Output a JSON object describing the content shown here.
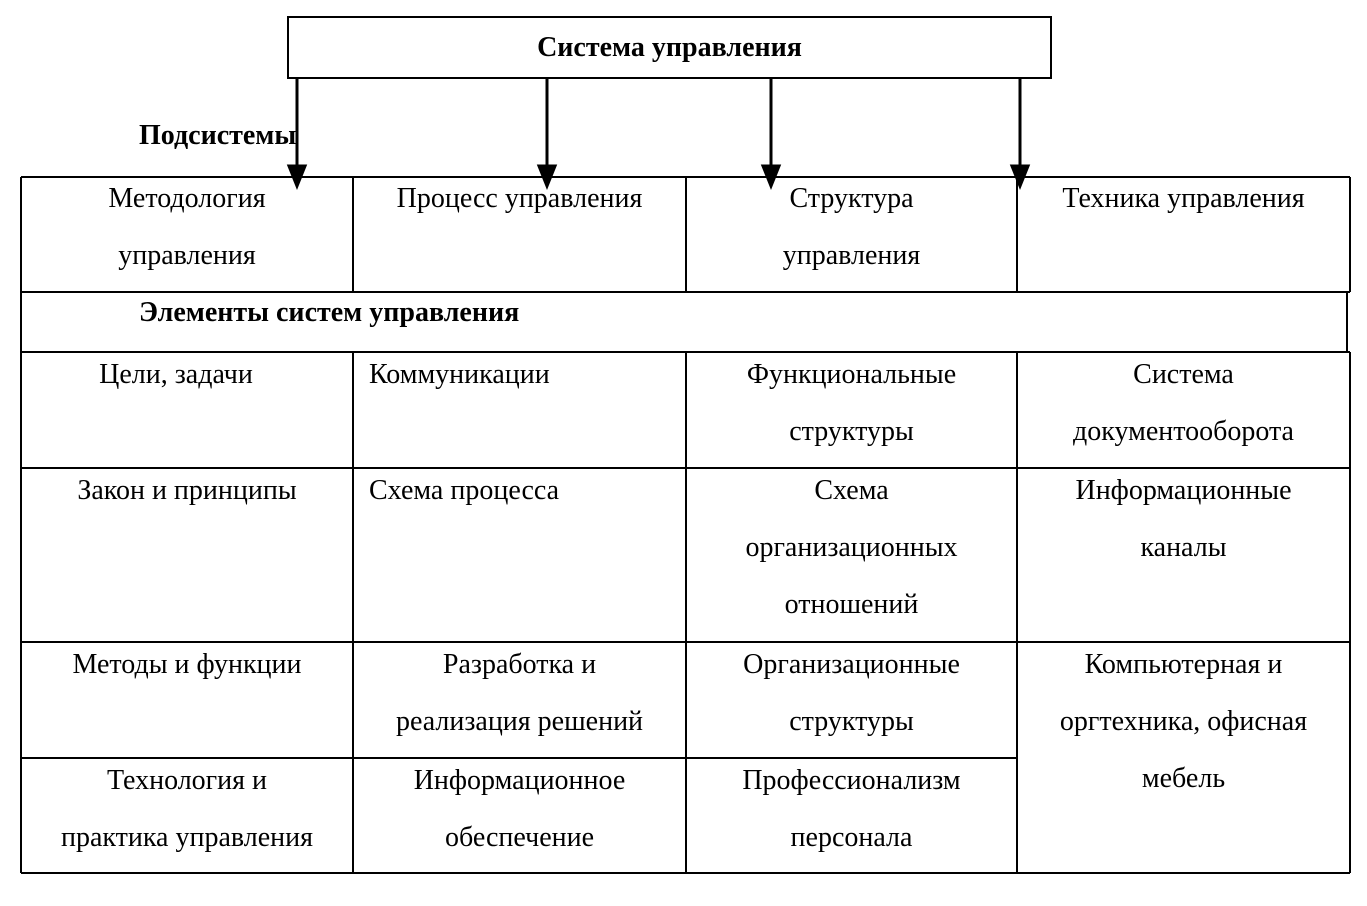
{
  "header": {
    "title": "Система управления"
  },
  "subsystems_label": "Подсистемы",
  "subsystems": [
    {
      "lines": [
        "Методология",
        "управления"
      ]
    },
    {
      "lines": [
        "Процесс управления"
      ]
    },
    {
      "lines": [
        "Структура",
        "управления"
      ]
    },
    {
      "lines": [
        "Техника управления"
      ]
    }
  ],
  "elements_label": "Элементы систем управления",
  "rows": [
    [
      {
        "lines": [
          "Цели, задачи"
        ]
      },
      {
        "lines": [
          "Коммуникации"
        ]
      },
      {
        "lines": [
          "Функциональные",
          "структуры"
        ]
      },
      {
        "lines": [
          "Система",
          "документооборота"
        ]
      }
    ],
    [
      {
        "lines": [
          "Закон и принципы"
        ]
      },
      {
        "lines": [
          "Схема процесса"
        ]
      },
      {
        "lines": [
          "Схема",
          "организационных",
          "отношений"
        ]
      },
      {
        "lines": [
          "Информационные",
          "каналы"
        ]
      }
    ],
    [
      {
        "lines": [
          "Методы и функции"
        ]
      },
      {
        "lines": [
          "Разработка и",
          "реализация решений"
        ]
      },
      {
        "lines": [
          "Организационные",
          "структуры"
        ]
      },
      {
        "lines": [
          "Компьютерная и",
          "оргтехника, офисная",
          "мебель"
        ]
      }
    ],
    [
      {
        "lines": [
          "Технология и",
          "практика управления"
        ]
      },
      {
        "lines": [
          "Информационное",
          "обеспечение"
        ]
      },
      {
        "lines": [
          "Профессионализм",
          "персонала"
        ]
      }
    ]
  ]
}
